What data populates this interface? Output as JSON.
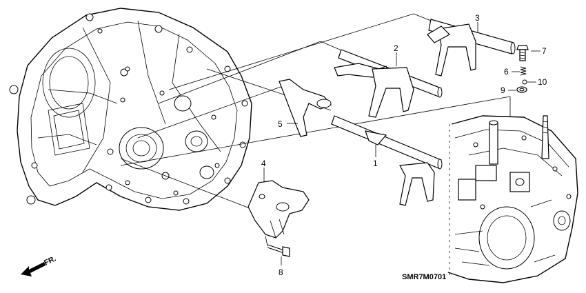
{
  "diagram": {
    "callouts": [
      {
        "id": "1",
        "label": "1"
      },
      {
        "id": "2",
        "label": "2"
      },
      {
        "id": "3",
        "label": "3"
      },
      {
        "id": "4",
        "label": "4"
      },
      {
        "id": "5",
        "label": "5"
      },
      {
        "id": "6",
        "label": "6"
      },
      {
        "id": "7",
        "label": "7"
      },
      {
        "id": "8",
        "label": "8"
      },
      {
        "id": "9",
        "label": "9"
      },
      {
        "id": "10",
        "label": "10"
      }
    ],
    "diagram_code": "SMR7M0701",
    "direction_label": "FR.",
    "colors": {
      "line": "#000000",
      "background": "#ffffff"
    }
  }
}
